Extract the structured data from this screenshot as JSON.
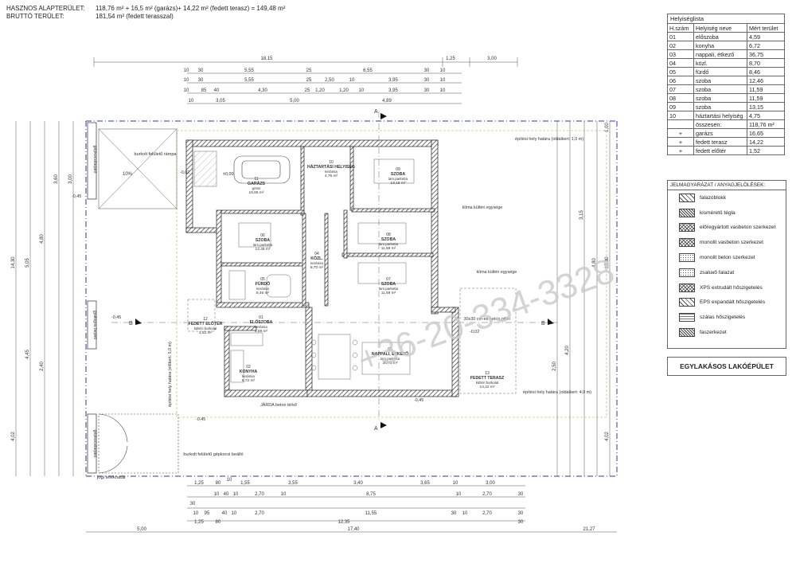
{
  "header": {
    "net_label": "HASZNOS ALAPTERÜLET:",
    "net_value": "118,76 m² + 16,5 m² (garázs)+  14,22 m² (fedett terasz) = 149,48 m²",
    "gross_label": "BRUTTÓ TERÜLET:",
    "gross_value": "181,54 m² (fedett terasszal)"
  },
  "room_list": {
    "title": "Helyiséglista",
    "columns": [
      "H.szám",
      "Helyiség neve",
      "Mért terület"
    ],
    "rows": [
      {
        "no": "01",
        "name": "előszoba",
        "area": "4,59"
      },
      {
        "no": "02",
        "name": "konyha",
        "area": "6,72"
      },
      {
        "no": "03",
        "name": "nappali, étkező",
        "area": "36,75"
      },
      {
        "no": "04",
        "name": "közl.",
        "area": "8,70"
      },
      {
        "no": "05",
        "name": "fürdő",
        "area": "8,46"
      },
      {
        "no": "06",
        "name": "szoba",
        "area": "12,46"
      },
      {
        "no": "07",
        "name": "szoba",
        "area": "11,59"
      },
      {
        "no": "08",
        "name": "szoba",
        "area": "11,59"
      },
      {
        "no": "09",
        "name": "szoba",
        "area": "13,15"
      },
      {
        "no": "10",
        "name": "háztartási helyiség",
        "area": "4,75"
      }
    ],
    "total_label": "összesen:",
    "total_value": "118,76 m²",
    "extras": [
      {
        "sign": "+",
        "name": "garázs",
        "area": "16,65"
      },
      {
        "sign": "+",
        "name": "fedett terasz",
        "area": "14,22"
      },
      {
        "sign": "+",
        "name": "fedett előtér",
        "area": "1,52"
      }
    ]
  },
  "legend": {
    "title": "JELMAGYARÁZAT / ANYAGJELÖLÉSEK:",
    "items": [
      {
        "label": "falazóblokk",
        "pattern": "hatch"
      },
      {
        "label": "kisméretű tégla",
        "pattern": "dense"
      },
      {
        "label": "előregyártott vasbeton szerkezet",
        "pattern": "cross"
      },
      {
        "label": "monolit vasbeton szerkezet",
        "pattern": "cross"
      },
      {
        "label": "monolit beton szerkezet",
        "pattern": "dots"
      },
      {
        "label": "zsaluкő falazat",
        "pattern": "dots"
      },
      {
        "label": "XPS extrudált hőszigetelés",
        "pattern": "cross"
      },
      {
        "label": "EPS expandált hőszigetelés",
        "pattern": "hatch"
      },
      {
        "label": "szálas hőszigetelés",
        "pattern": "wave"
      },
      {
        "label": "faszerkezet",
        "pattern": "dense"
      }
    ]
  },
  "building_type": "EGYLAKÁSOS LAKÓÉPÜLET",
  "watermark": "+36-20-334-3328",
  "plan": {
    "top_dims_row1": [
      "18,15",
      "1,25",
      "3,00"
    ],
    "top_dims_row2": [
      "10",
      "30",
      "5,55",
      "25",
      "6,55",
      "30",
      "10"
    ],
    "top_dims_row3": [
      "10",
      "30",
      "5,55",
      "25",
      "2,50",
      "10",
      "3,95",
      "30",
      "10"
    ],
    "top_dims_row4": [
      "10",
      "85",
      "40",
      "4,30",
      "25",
      "1,20",
      "1,20",
      "10",
      "3,95",
      "30",
      "10"
    ],
    "top_dims_row5": [
      "10",
      "3,05",
      "5,00",
      "4,89"
    ],
    "bottom_dims_row1": [
      "1,25",
      "80",
      "10",
      "1,55",
      "3,55",
      "3,40",
      "3,65",
      "10",
      "3,00"
    ],
    "bottom_dims_row2": [
      "10",
      "40",
      "10",
      "2,70",
      "10",
      "8,75",
      "10",
      "2,70",
      "30"
    ],
    "bottom_dims_row3": [
      "30",
      "10",
      "95",
      "40",
      "10",
      "2,70",
      "11,55",
      "30",
      "10",
      "2,70",
      "30"
    ],
    "bottom_dims_row4": [
      "1,25",
      "80",
      "12,35",
      "30"
    ],
    "bottom_dims_row5": [
      "5,00",
      "17,40",
      "21,27"
    ],
    "left_dims": [
      "14,30",
      "5,05",
      "4,45",
      "4,02",
      "4,80",
      "2,40",
      "3,60",
      "3,00"
    ],
    "right_dims": [
      "1,00",
      "3,15",
      "4,80",
      "4,20",
      "13,30",
      "2,50",
      "4,02"
    ],
    "rooms": [
      {
        "id": "11",
        "name": "GARÁZS",
        "sub": "gress",
        "area": "16,65 m²"
      },
      {
        "id": "10",
        "name": "HÁZTARTÁSI HELYISÉG",
        "sub": "kerámia",
        "area": "4,75 m²"
      },
      {
        "id": "09",
        "name": "SZOBA",
        "sub": "lam.parketta",
        "area": "13,15 m²"
      },
      {
        "id": "06",
        "name": "SZOBA",
        "sub": "lam.parketta",
        "area": "12,46 m²"
      },
      {
        "id": "04",
        "name": "KÖZL.",
        "sub": "kerámia",
        "area": "8,70 m²"
      },
      {
        "id": "08",
        "name": "SZOBA",
        "sub": "lam.parketta",
        "area": "11,59 m²"
      },
      {
        "id": "05",
        "name": "FÜRDŐ",
        "sub": "kerámia",
        "area": "8,46 m²"
      },
      {
        "id": "07",
        "name": "SZOBA",
        "sub": "lam.parketta",
        "area": "11,59 m²"
      },
      {
        "id": "12",
        "name": "FEDETT ELŐTÉR",
        "sub": "kültéri burkolat",
        "area": "1,52 m²"
      },
      {
        "id": "01",
        "name": "ELŐSZOBA",
        "sub": "kerámia",
        "area": "4,59 m²"
      },
      {
        "id": "02",
        "name": "KONYHA",
        "sub": "kerámia",
        "area": "6,72 m²"
      },
      {
        "id": "03",
        "name": "NAPPALI, ÉTKEZŐ",
        "sub": "lam.parketta",
        "area": "36,75 m²"
      },
      {
        "id": "13",
        "name": "FEDETT TERASZ",
        "sub": "kültéri burkolat",
        "area": "14,22 m²"
      }
    ],
    "labels": {
      "ramp": "burkolt felületű rámpa",
      "slope": "10%",
      "build_limit_top": "építési hely határa (oldalkert: 1,0 m)",
      "build_limit_right": "építési hely határa (oldalkert: 4,0 m)",
      "build_limit_left": "építési hely határa (előkert: 5,0 m)",
      "parking": "burkolt felületű gépkocsi beálló",
      "sidewalk": "JÁRDA beton térkő",
      "climate1": "klíma kültéri egysége",
      "climate2": "klíma kültéri egysége",
      "pillar": "30x30 cm-es beton pillér",
      "terrace_level": "-0,02",
      "fence": "jogi telekhatár",
      "gate_top": "gépkocsibejáró",
      "gate_mid": "gyalogos bejáró",
      "gate_bot": "gépkocsibejáró",
      "section_a": "A",
      "section_b": "B",
      "lvl_neg45": "-0,45",
      "lvl_zero": "±0,00",
      "lvl_neg02": "-0,02"
    }
  }
}
